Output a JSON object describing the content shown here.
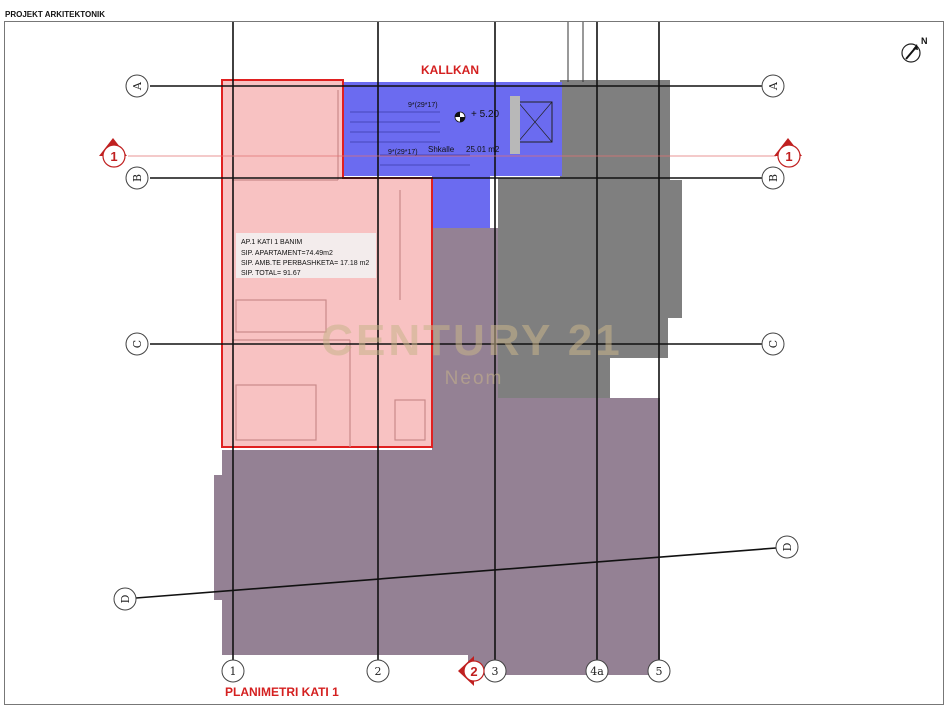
{
  "header": {
    "project_title": "PROJEKT ARKITEKTONIK"
  },
  "plan": {
    "top_label": "KALLKAN",
    "bottom_title": "PLANIMETRI KATI 1",
    "apartment": {
      "name": "AP.1  KATI 1 BANIM",
      "area_apartment": "SIP. APARTAMENT=74.49m2",
      "area_common": "SIP. AMB.TE PERBASHKETA= 17.18 m2",
      "area_total": "SIP. TOTAL= 91.67"
    },
    "stairs": {
      "label": "Shkalle",
      "area": "25.01 m2",
      "level": "+ 5.20",
      "step_note_1": "9*(29*17)",
      "step_note_2": "9*(29*17)"
    },
    "section_marks": {
      "section_1": "1",
      "section_2": "2"
    },
    "grid_rows": [
      "A",
      "B",
      "C",
      "D"
    ],
    "grid_columns": [
      "1",
      "2",
      "3",
      "4a",
      "5"
    ],
    "north": "N"
  },
  "watermark": {
    "brand": "CENTURY 21",
    "office": "Neom"
  },
  "colors": {
    "apartment_fill": "#f8c2c2",
    "apartment_outline": "#e02020",
    "stair_fill": "#6b6bf0",
    "building_fill": "#8e7a8e",
    "neighbor_fill": "#7f7f7f",
    "label_red": "#d42020"
  }
}
